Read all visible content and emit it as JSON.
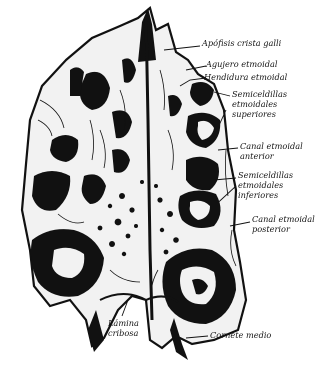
{
  "labels": {
    "crista_galli": "Apófisis crista galli",
    "agujero_etmoidal": "Agujero etmoidal",
    "hendidura_etmoidal": "Hendidura etmoidal",
    "semiceldillas_superiores": [
      "Semiceldillas",
      "etmoidales",
      "superiores"
    ],
    "canal_etmoidal_anterior": [
      "Canal etmoidal",
      "anterior"
    ],
    "semiceldillas_inferiores": [
      "Semiceldillas",
      "etmoidales",
      "inferiores"
    ],
    "canal_etmoidal_posterior": [
      "Canal etmoidal",
      "posterior"
    ],
    "lamina_cribosa": [
      "Lámina",
      "cribosa"
    ],
    "cornete_medio": "Cornete medio"
  },
  "colors": {
    "ink": "#111111",
    "bone": "#f2f2f2",
    "paper": "#ffffff"
  }
}
